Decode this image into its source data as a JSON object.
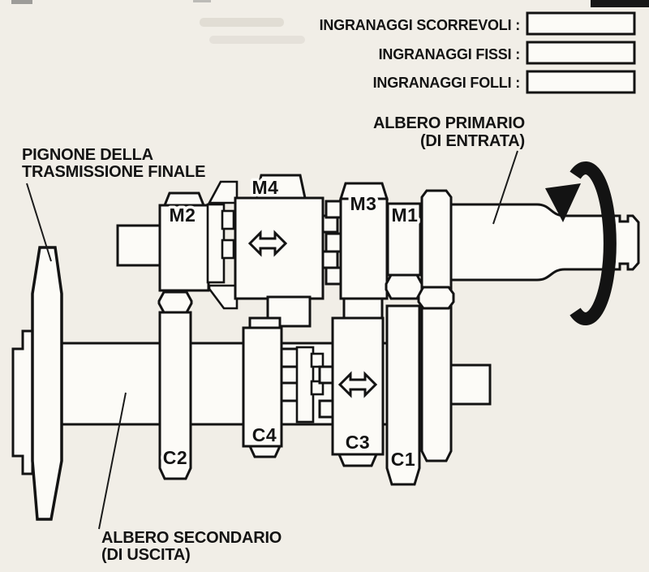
{
  "diagram": {
    "subject": "gearbox-cutaway-diagram",
    "language": "it"
  },
  "legend": {
    "items": [
      {
        "label": "INGRANAGGI SCORREVOLI :",
        "pattern": "diagonal-hatch"
      },
      {
        "label": "INGRANAGGI FISSI :",
        "pattern": "dots"
      },
      {
        "label": "INGRANAGGI FOLLI :",
        "pattern": "horizontal-lines"
      }
    ]
  },
  "callouts": {
    "pignone": {
      "line1": "PIGNONE DELLA",
      "line2": "TRASMISSIONE FINALE"
    },
    "primario": {
      "line1": "ALBERO PRIMARIO",
      "line2": "(DI ENTRATA)"
    },
    "secondario": {
      "line1": "ALBERO SECONDARIO",
      "line2": "(DI USCITA)"
    }
  },
  "gears": {
    "m2": {
      "label": "M2",
      "type": "folle"
    },
    "m4": {
      "label": "M4",
      "type": "scorrevole"
    },
    "m3": {
      "label": "M3",
      "type": "folle"
    },
    "m1": {
      "label": "M1",
      "type": "fisso"
    },
    "c2": {
      "label": "C2",
      "type": "fisso"
    },
    "c4": {
      "label": "C4",
      "type": "folle"
    },
    "c3": {
      "label": "C3",
      "type": "scorrevole"
    },
    "c1": {
      "label": "C1",
      "type": "folle"
    }
  },
  "icons": {
    "m4_arrow": "double-headed-slide-arrow",
    "c3_arrow": "double-headed-slide-arrow",
    "input_arrow": "rotation-arrow"
  },
  "colors": {
    "ink": "#131313",
    "paper": "#f1eee7",
    "shape_fill": "#fcfbf7"
  }
}
